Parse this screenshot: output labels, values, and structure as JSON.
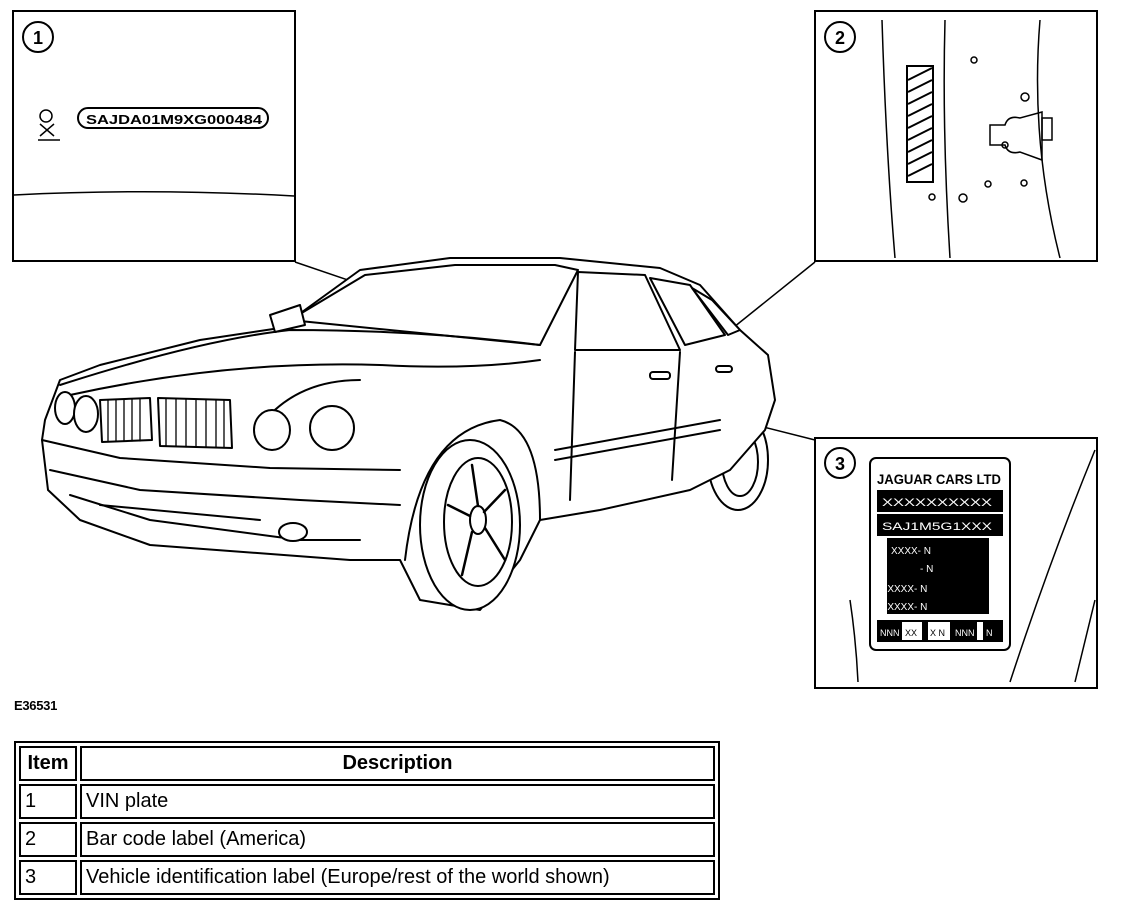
{
  "figure": {
    "id": "E36531",
    "callouts": [
      "1",
      "2",
      "3"
    ],
    "vin_plate_text": "SAJDA01M9XG000484",
    "id_label": {
      "manufacturer": "JAGUAR CARS LTD",
      "rows": [
        "XXXXXXXXXX",
        "SAJ1M5G1XXX",
        "XXXX- N",
        "- N",
        "1 XXXX- N",
        "2 XXXX- N"
      ],
      "footer": [
        "NNN",
        "XX",
        "X N",
        "NNN",
        "N"
      ]
    }
  },
  "table": {
    "headers": {
      "item": "Item",
      "description": "Description"
    },
    "rows": [
      {
        "item": "1",
        "description": "VIN plate"
      },
      {
        "item": "2",
        "description": "Bar code label (America)"
      },
      {
        "item": "3",
        "description": "Vehicle identification label (Europe/rest of the world shown)"
      }
    ]
  }
}
